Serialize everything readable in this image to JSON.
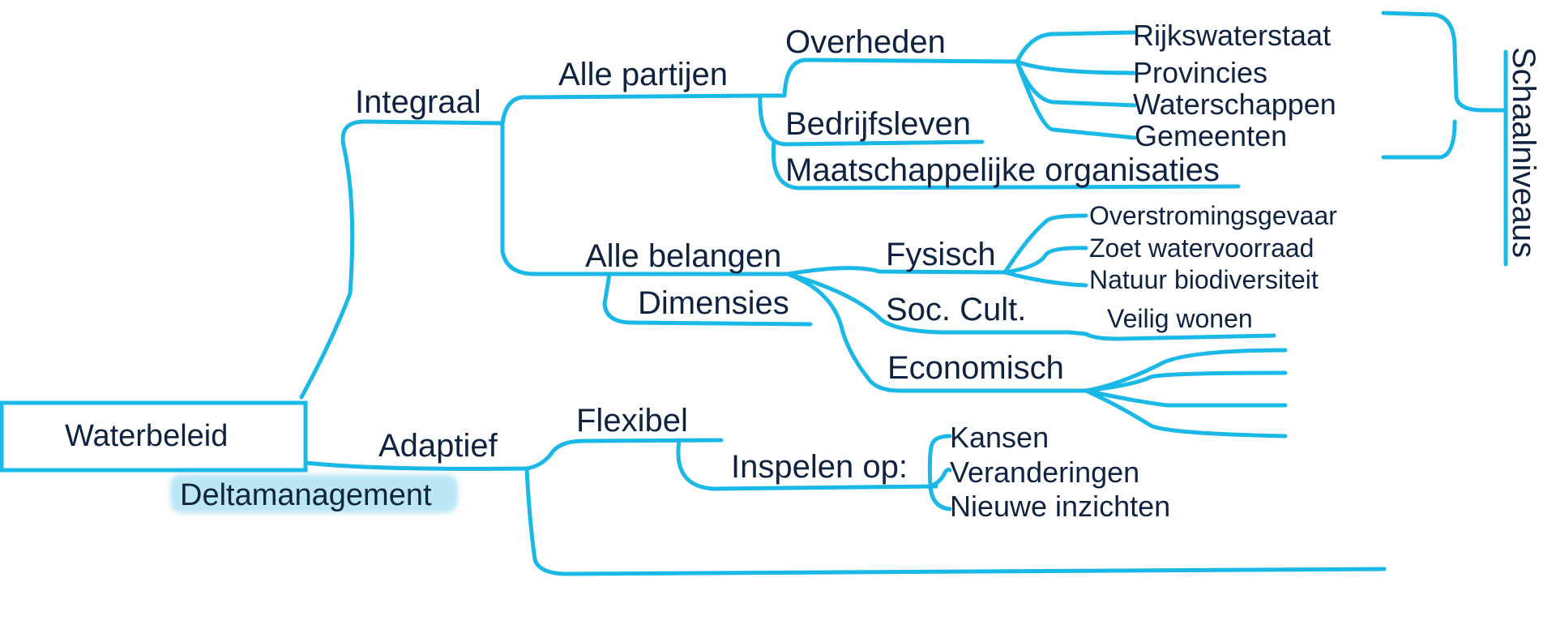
{
  "root": {
    "label": "Waterbeleid",
    "tag": "Deltamanagement"
  },
  "integraal": {
    "label": "Integraal",
    "alle_partijen": {
      "label": "Alle partijen",
      "overheden": {
        "label": "Overheden",
        "items": [
          "Rijkswaterstaat",
          "Provincies",
          "Waterschappen",
          "Gemeenten"
        ],
        "group_label": "Schaalniveaus"
      },
      "bedrijfsleven": "Bedrijfsleven",
      "maatschappelijk": "Maatschappelijke organisaties"
    },
    "alle_belangen": {
      "label": "Alle belangen",
      "dimensies": "Dimensies",
      "fysisch": {
        "label": "Fysisch",
        "items": [
          "Overstromingsgevaar",
          "Zoet watervoorraad",
          "Natuur biodiversiteit"
        ]
      },
      "soc_cult": {
        "label": "Soc. Cult.",
        "items": [
          "Veilig wonen"
        ]
      },
      "economisch": {
        "label": "Economisch"
      }
    }
  },
  "adaptief": {
    "label": "Adaptief",
    "flexibel": "Flexibel",
    "inspelen": {
      "label": "Inspelen op:",
      "items": [
        "Kansen",
        "Veranderingen",
        "Nieuwe inzichten"
      ]
    }
  }
}
